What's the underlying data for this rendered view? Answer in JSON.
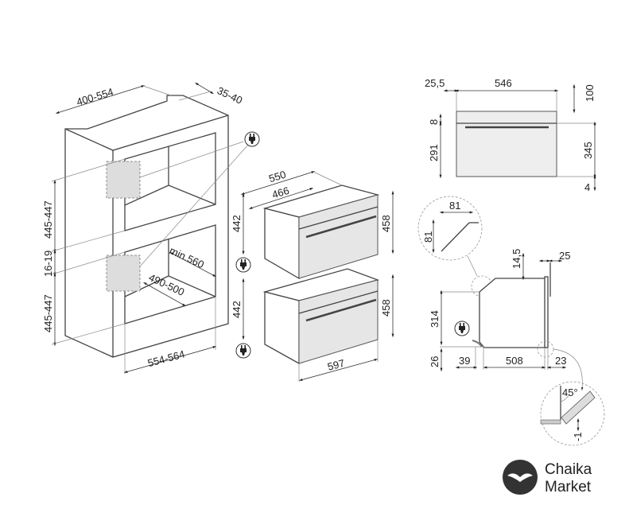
{
  "cabinet": {
    "depth_range": "400-554",
    "rear_gap": "35-40",
    "upper_height": "445-447",
    "gap_between": "16-19",
    "lower_height": "445-447",
    "min_depth": "min.560",
    "inner_depth": "490-500",
    "width": "554-564"
  },
  "ovens": {
    "depth_total": "550",
    "depth_body": "466",
    "upper_body_height": "442",
    "upper_front_height": "458",
    "lower_body_height": "442",
    "lower_front_height": "458",
    "front_width": "597"
  },
  "front_view": {
    "offset": "25,5",
    "width": "546",
    "top": "100",
    "gap": "8",
    "body_height": "291",
    "front_height": "345",
    "bottom": "4"
  },
  "side_view": {
    "chamfer_w": "81",
    "chamfer_h": "81",
    "top_gap": "14,5",
    "door": "25",
    "height": "314",
    "foot": "26",
    "rear": "39",
    "depth": "508",
    "front": "23",
    "angle": "45°",
    "offset": "-1"
  },
  "logo": {
    "line1": "Chaika",
    "line2": "Market"
  }
}
